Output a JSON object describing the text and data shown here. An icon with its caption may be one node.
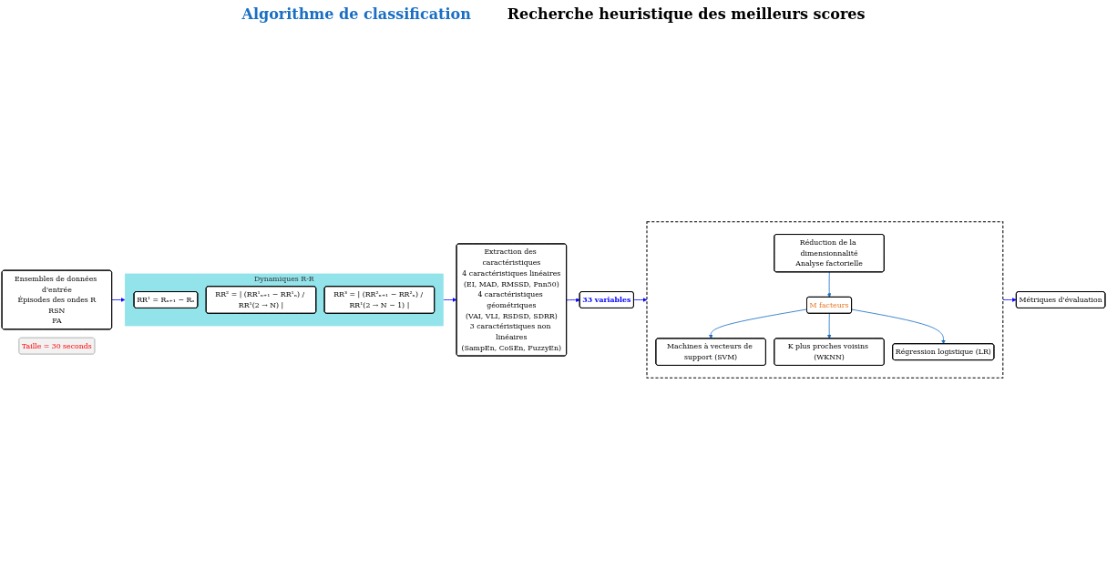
{
  "diagram": {
    "nodes": [
      {
        "text": [
          "Ensembles de données d'entrée",
          "Épisodes des ondes R",
          "RSN",
          "FA"
        ]
      },
      {
        "text": [
          "Taille = 30 seconds"
        ]
      },
      {
        "text": [
          "Dynamiques R-R"
        ]
      },
      {
        "text": [
          "RR¹ = Rₙ₊₁ − Rₙ"
        ],
        "in": 2
      },
      {
        "text": [
          "RR² = | (RR¹ₙ₊₁ − RR¹ₙ) / RR¹(2 → N) |"
        ],
        "in": 2
      },
      {
        "text": [
          "RR³ = | (RR²ₙ₊₁ − RR²ₙ) / RR¹(2 → N − 1) |"
        ],
        "in": 2
      },
      {
        "text": [
          "Extraction des caractéristiques",
          "4 caractéristiques linéaires",
          "(EI, MAD, RMSSD, Pnn50)",
          "4 caractéristiques géométriques",
          "(VAI, VLI, RSDSD, SDRR)",
          "3 caractéristiques non linéaires",
          "(SampEn, CoSEn, FuzzyEn)"
        ]
      },
      {
        "text": [
          "33 variables"
        ]
      },
      {
        "text": [],
        "shape": "box"
      },
      {
        "text": [
          "Machines à vecteurs de support (SVM)"
        ],
        "in": 8
      },
      {
        "text": [
          "K plus proches voisins (WKNN)"
        ],
        "in": 8
      },
      {
        "text": [
          "Régression logistique (LR)"
        ],
        "in": 8
      },
      {
        "text": [
          "M facteurs"
        ],
        "in": 8
      },
      {
        "text": [
          "Réduction de la dimensionnalité",
          "Analyse factorielle"
        ],
        "in": 8
      },
      {
        "text": [
          "Métriques d'évaluation"
        ]
      }
    ],
    "edges": [
      {
        "from": 0,
        "to": 2,
        "arrow": "to"
      },
      {
        "from": 2,
        "to": 6,
        "arrow": "to"
      },
      {
        "from": 6,
        "to": 7,
        "arrow": "to"
      },
      {
        "from": 7,
        "to": 8,
        "arrow": "to"
      },
      {
        "from": 13,
        "to": 12,
        "arrow": "to",
        "color": "#1a6fc4"
      },
      {
        "from": 12,
        "to": 9,
        "arrow": "to",
        "color": "#1a6fc4"
      },
      {
        "from": 12,
        "to": 10,
        "arrow": "to",
        "color": "#1a6fc4"
      },
      {
        "from": 12,
        "to": 11,
        "arrow": "to",
        "color": "#1a6fc4"
      },
      {
        "from": 8,
        "to": 14,
        "arrow": "to"
      }
    ],
    "labels": [
      "Algorithme de classification",
      "Recherche heuristique des meilleurs scores"
    ]
  }
}
